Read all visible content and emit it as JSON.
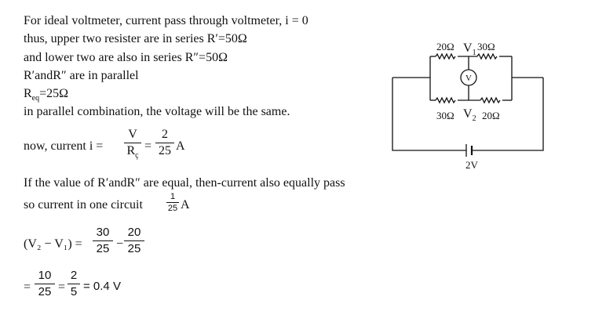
{
  "lines": {
    "l1": "For ideal voltmeter, current pass through voltmeter, i = 0",
    "l2": "thus, upper two resister are in series R′=50Ω",
    "l3": "and lower two are also in series R″=50Ω",
    "l4": "R′andR″ are in parallel",
    "l5_pre": "R",
    "l5_sub": "eq",
    "l5_post": "=25Ω",
    "l6": "in parallel combination, the voltage will be the same."
  },
  "current_eq": {
    "prefix": "now, current i =",
    "f1_num": "V",
    "f1_den": "R",
    "f1_den_sub": "ç",
    "equals": "=",
    "f2_num": "2",
    "f2_den": "25",
    "unit": "A"
  },
  "equal_pass": "If the value of R′andR″ are equal, then-current also equally pass",
  "one_circuit": {
    "text": "so current in one circuit",
    "num": "1",
    "den": "25",
    "unit": "A"
  },
  "v_diff": {
    "lhs": "(V₂ − V₁) =",
    "a_num": "30",
    "a_den": "25",
    "minus": "−",
    "b_num": "20",
    "b_den": "25"
  },
  "result": {
    "eq1": "=",
    "a_num": "10",
    "a_den": "25",
    "eq2": "=",
    "b_num": "2",
    "b_den": "5",
    "final": "= 0.4 V"
  },
  "circuit": {
    "r_top_left": "20Ω",
    "v1_label": "V",
    "v1_sub": "1",
    "r_top_right": "30Ω",
    "voltmeter": "V",
    "r_bot_left": "30Ω",
    "v2_label": "V",
    "v2_sub": "2",
    "r_bot_right": "20Ω",
    "battery": "2V"
  }
}
